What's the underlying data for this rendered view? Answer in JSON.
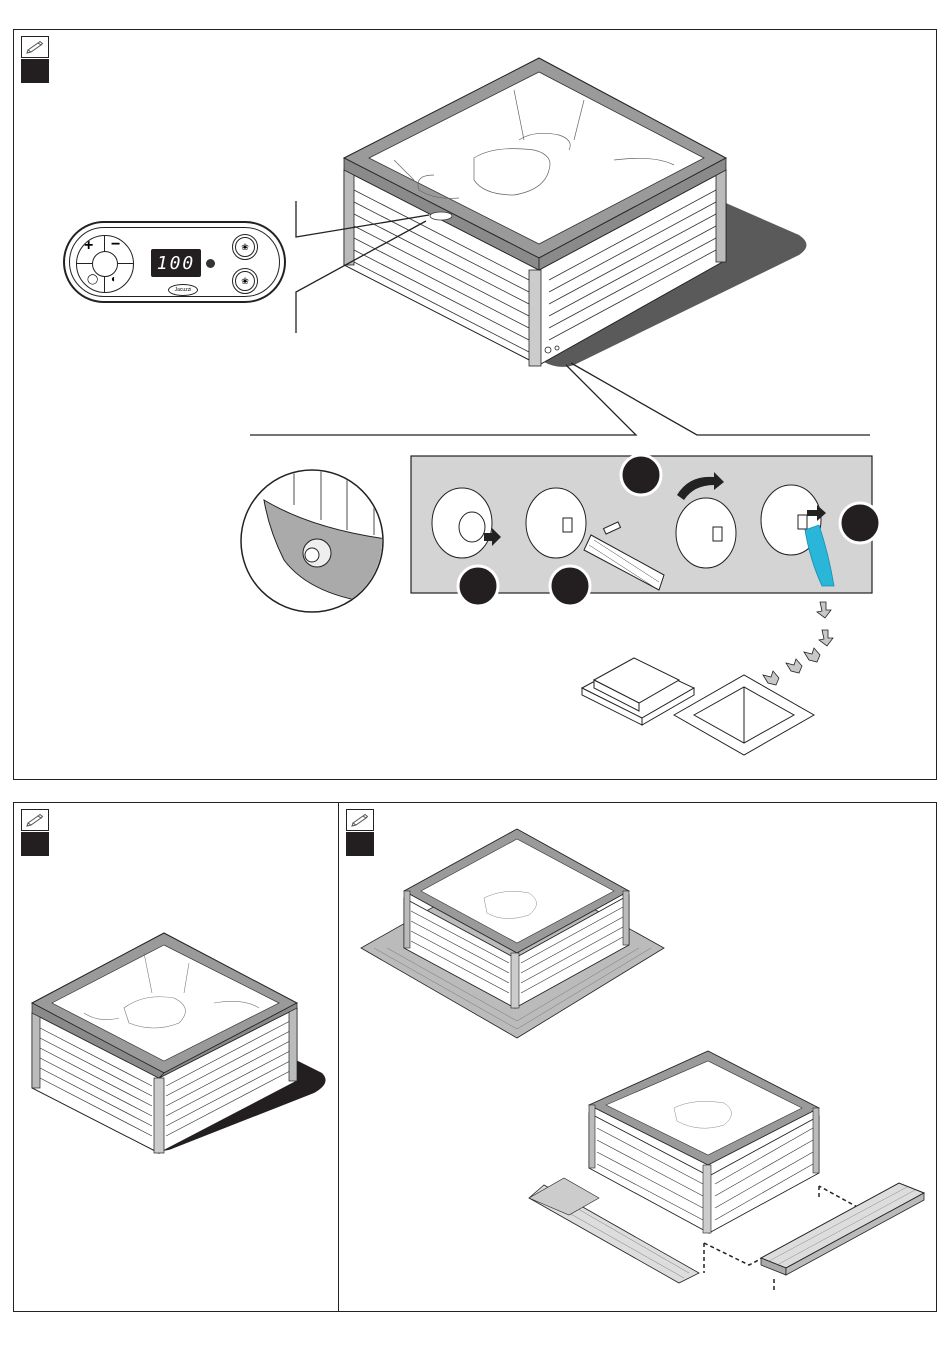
{
  "page": {
    "type": "installation-manual-page",
    "subject": "hot tub drainage and decking installation"
  },
  "panels": [
    {
      "id": "top",
      "badge_icon": "pencil-icon",
      "step_number": "",
      "content": "Hot tub with control panel callout and drain valve detail"
    },
    {
      "id": "bottom-left",
      "badge_icon": "pencil-icon",
      "step_number": "",
      "content": "Hot tub standing on ground with shadow"
    },
    {
      "id": "bottom-right",
      "badge_icon": "pencil-icon",
      "step_number": "",
      "content": "Hot tub surrounded by decking; removable deck board"
    }
  ],
  "control_panel": {
    "display_value": "100",
    "buttons": [
      {
        "name": "plus",
        "label": "+"
      },
      {
        "name": "minus",
        "label": "−"
      },
      {
        "name": "light",
        "label": "light-icon"
      },
      {
        "name": "mode",
        "label": "mode-icon"
      },
      {
        "name": "jets-1",
        "label": "jets-icon"
      },
      {
        "name": "jets-2",
        "label": "jets-icon"
      }
    ],
    "brand_logo": "Jacuzzi"
  },
  "drain_steps": [
    {
      "number": "",
      "action": "remove cap"
    },
    {
      "number": "",
      "action": "attach hose"
    },
    {
      "number": "",
      "action": "turn valve"
    },
    {
      "number": "",
      "action": "water drains"
    }
  ],
  "colors": {
    "ink": "#231f20",
    "detail_bg": "#d4d4d4",
    "shadow": "#5a5a5a",
    "frame_grey": "#9a9a9a",
    "water": "#29b6d8",
    "arrow_grey": "#c8c8c8"
  }
}
